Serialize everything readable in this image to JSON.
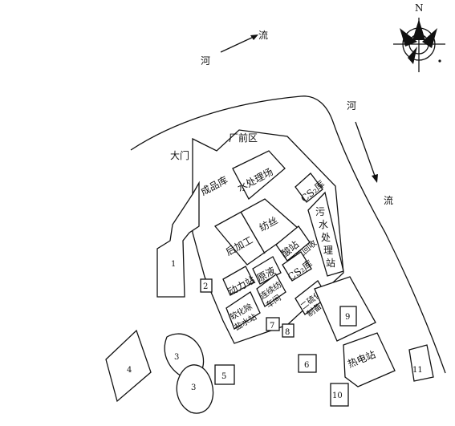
{
  "compass": {
    "north": "N"
  },
  "river": {
    "top_left_chars": [
      "河",
      "流"
    ],
    "right_chars": [
      "河",
      "流"
    ]
  },
  "labels": {
    "gate": "大门",
    "factory_front": "厂前区",
    "finished_store": "成品库",
    "water_field": "水处理场",
    "cs2_top": "CS₂库",
    "post_process": "后加工",
    "spinning": "纺丝",
    "acid_station": "酸站",
    "waste_gas": "废气回收",
    "sewage": [
      "污",
      "水",
      "处",
      "理",
      "站"
    ],
    "power_station": "动力站",
    "raw_liquor": "原液",
    "cs2_mid": "CS₂库",
    "continuous_spin": [
      "连续纺",
      "车间"
    ],
    "softening": [
      "软化除",
      "盐水站"
    ],
    "carbon_disulfide": [
      "二硫化碳",
      "制备"
    ],
    "thermal_plant": "热电站"
  },
  "plots": [
    "1",
    "2",
    "3",
    "3",
    "4",
    "5",
    "6",
    "7",
    "8",
    "9",
    "10",
    "11"
  ]
}
